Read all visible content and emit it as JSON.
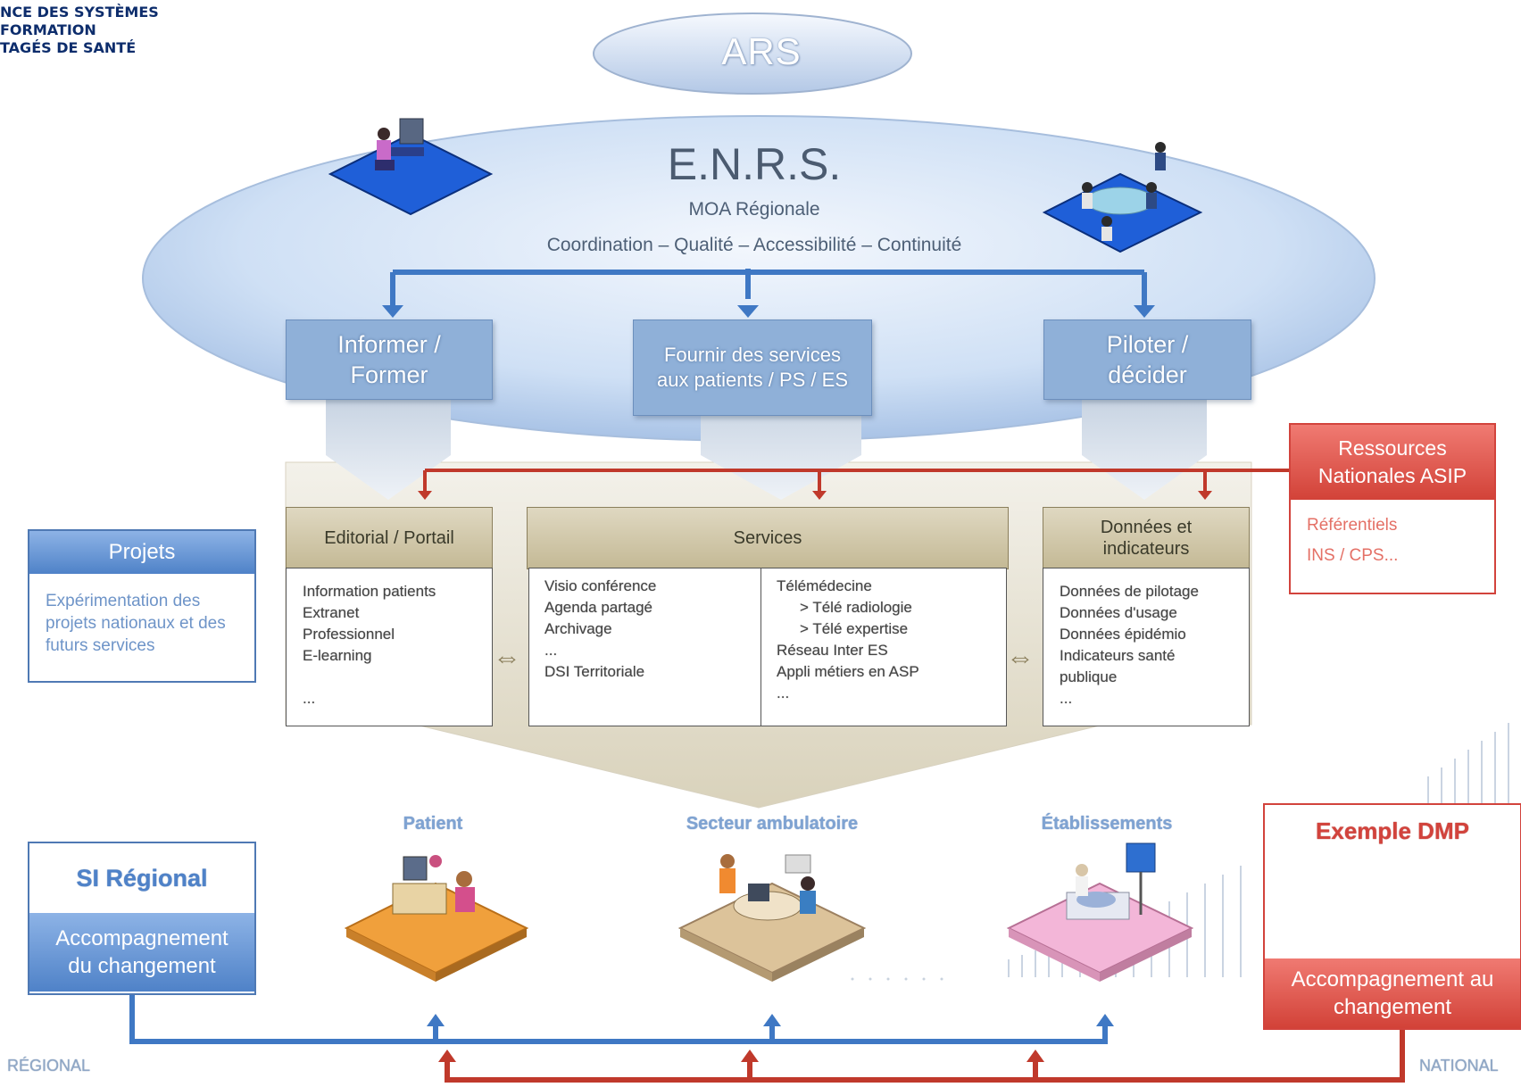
{
  "logo": {
    "line1": "NCE DES SYSTÈMES",
    "line2": "FORMATION",
    "line3": "TAGÉS DE SANTÉ"
  },
  "ars": {
    "label": "ARS"
  },
  "enrs": {
    "title": "E.N.R.S.",
    "subtitle": "MOA Régionale",
    "tagline": "Coordination – Qualité – Accessibilité – Continuité"
  },
  "roles": {
    "inform": "Informer / Former",
    "services": "Fournir des services aux patients / PS / ES",
    "pilot": "Piloter / décider"
  },
  "columns": {
    "editorial": {
      "header": "Editorial / Portail",
      "items": [
        "Information patients",
        "Extranet",
        "Professionnel",
        "E-learning",
        "",
        "..."
      ]
    },
    "services": {
      "header": "Services",
      "left_items": [
        "Visio conférence",
        "Agenda partagé",
        "Archivage",
        "...",
        "DSI Territoriale"
      ],
      "right_items": [
        "Télémédecine",
        "> Télé radiologie",
        "> Télé expertise",
        "Réseau Inter ES",
        "Appli métiers en ASP",
        "..."
      ]
    },
    "data": {
      "header": "Données et indicateurs",
      "items": [
        "Données de pilotage",
        "Données d'usage",
        "Données épidémio",
        "Indicateurs santé",
        "publique",
        "..."
      ]
    }
  },
  "asip": {
    "header": "Ressources Nationales ASIP",
    "items": [
      "Référentiels",
      "INS / CPS..."
    ]
  },
  "projets": {
    "header": "Projets",
    "text": "Expérimentation des projets nationaux et des futurs services"
  },
  "categories": {
    "patient": "Patient",
    "ambulatoire": "Secteur ambulatoire",
    "etablissements": "Établissements"
  },
  "si_regional": {
    "title": "SI Régional",
    "subtitle": "Accompagnement du changement"
  },
  "dmp": {
    "title": "Exemple DMP",
    "subtitle": "Accompagnement au changement"
  },
  "scale": {
    "regional": "RÉGIONAL",
    "national": "NATIONAL"
  },
  "colors": {
    "blue_line": "#3f78c4",
    "red_line": "#c0392b",
    "olive": "#c4b995"
  }
}
